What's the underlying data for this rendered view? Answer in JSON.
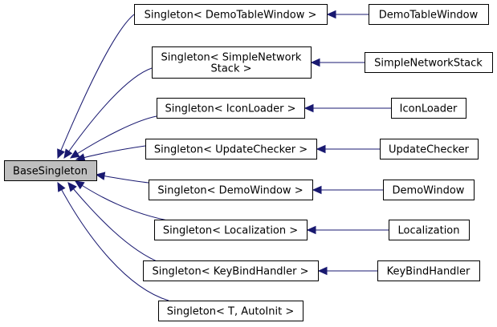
{
  "root": {
    "label": "BaseSingleton"
  },
  "singletons": [
    {
      "id": "demotablewindow",
      "lines": [
        "Singleton< DemoTableWindow >"
      ],
      "derived": "DemoTableWindow"
    },
    {
      "id": "simplenetworkstack",
      "lines": [
        "Singleton< SimpleNetwork",
        "Stack >"
      ],
      "derived": "SimpleNetworkStack"
    },
    {
      "id": "iconloader",
      "lines": [
        "Singleton< IconLoader >"
      ],
      "derived": "IconLoader"
    },
    {
      "id": "updatechecker",
      "lines": [
        "Singleton< UpdateChecker >"
      ],
      "derived": "UpdateChecker"
    },
    {
      "id": "demowindow",
      "lines": [
        "Singleton< DemoWindow >"
      ],
      "derived": "DemoWindow"
    },
    {
      "id": "localization",
      "lines": [
        "Singleton< Localization >"
      ],
      "derived": "Localization"
    },
    {
      "id": "keybindhandler",
      "lines": [
        "Singleton< KeyBindHandler >"
      ],
      "derived": "KeyBindHandler"
    },
    {
      "id": "t-autoinit",
      "lines": [
        "Singleton< T, AutoInit >"
      ],
      "derived": null
    }
  ],
  "colors": {
    "edge": "#191970",
    "root_fill": "#bfbfbf",
    "node_fill": "#ffffff",
    "node_border": "#000000"
  }
}
